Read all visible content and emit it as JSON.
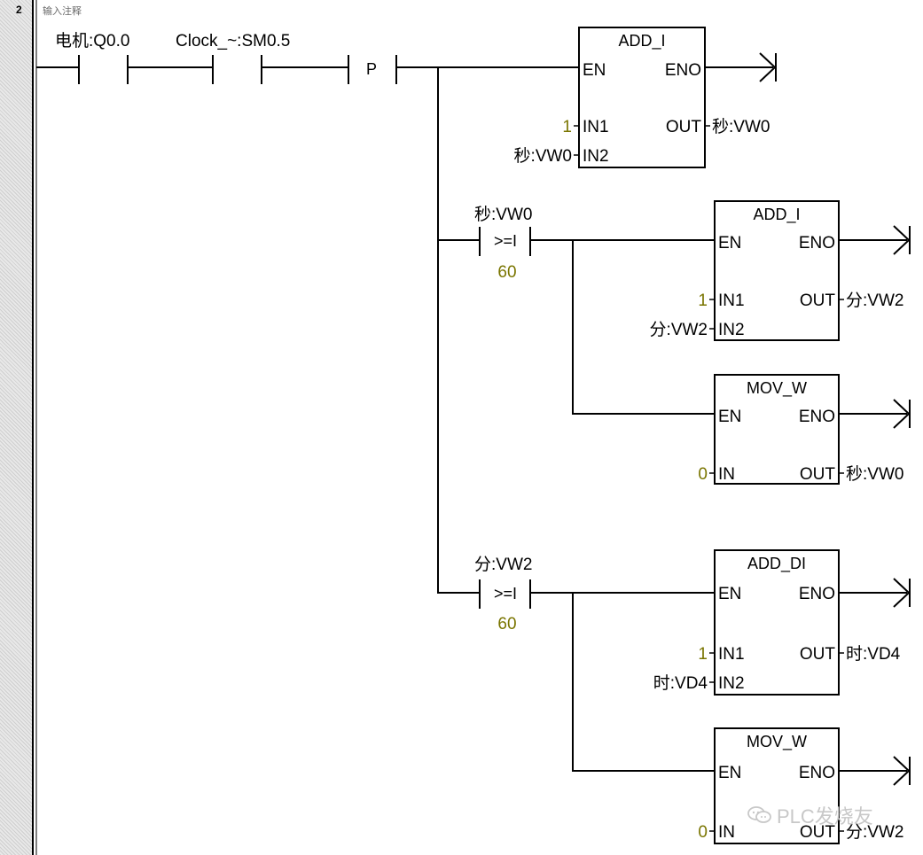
{
  "rung": {
    "number": "2",
    "comment": "输入注释"
  },
  "contacts": [
    {
      "label": "电机:Q0.0"
    },
    {
      "label": "Clock_~:SM0.5"
    },
    {
      "label": "P"
    }
  ],
  "compares": [
    {
      "top": "秒:VW0",
      "op": ">=I",
      "bottom": "60"
    },
    {
      "top": "分:VW2",
      "op": ">=I",
      "bottom": "60"
    }
  ],
  "boxes": [
    {
      "title": "ADD_I",
      "en": "EN",
      "eno": "ENO",
      "in1_label": "IN1",
      "in1_val": "1",
      "in2_label": "IN2",
      "in2_val": "秒:VW0",
      "out_label": "OUT",
      "out_val": "秒:VW0"
    },
    {
      "title": "ADD_I",
      "en": "EN",
      "eno": "ENO",
      "in1_label": "IN1",
      "in1_val": "1",
      "in2_label": "IN2",
      "in2_val": "分:VW2",
      "out_label": "OUT",
      "out_val": "分:VW2"
    },
    {
      "title": "MOV_W",
      "en": "EN",
      "eno": "ENO",
      "in_label": "IN",
      "in_val": "0",
      "out_label": "OUT",
      "out_val": "秒:VW0"
    },
    {
      "title": "ADD_DI",
      "en": "EN",
      "eno": "ENO",
      "in1_label": "IN1",
      "in1_val": "1",
      "in2_label": "IN2",
      "in2_val": "时:VD4",
      "out_label": "OUT",
      "out_val": "时:VD4"
    },
    {
      "title": "MOV_W",
      "en": "EN",
      "eno": "ENO",
      "in_label": "IN",
      "in_val": "0",
      "out_label": "OUT",
      "out_val": "分:VW2"
    }
  ],
  "watermark": "PLC发烧友"
}
